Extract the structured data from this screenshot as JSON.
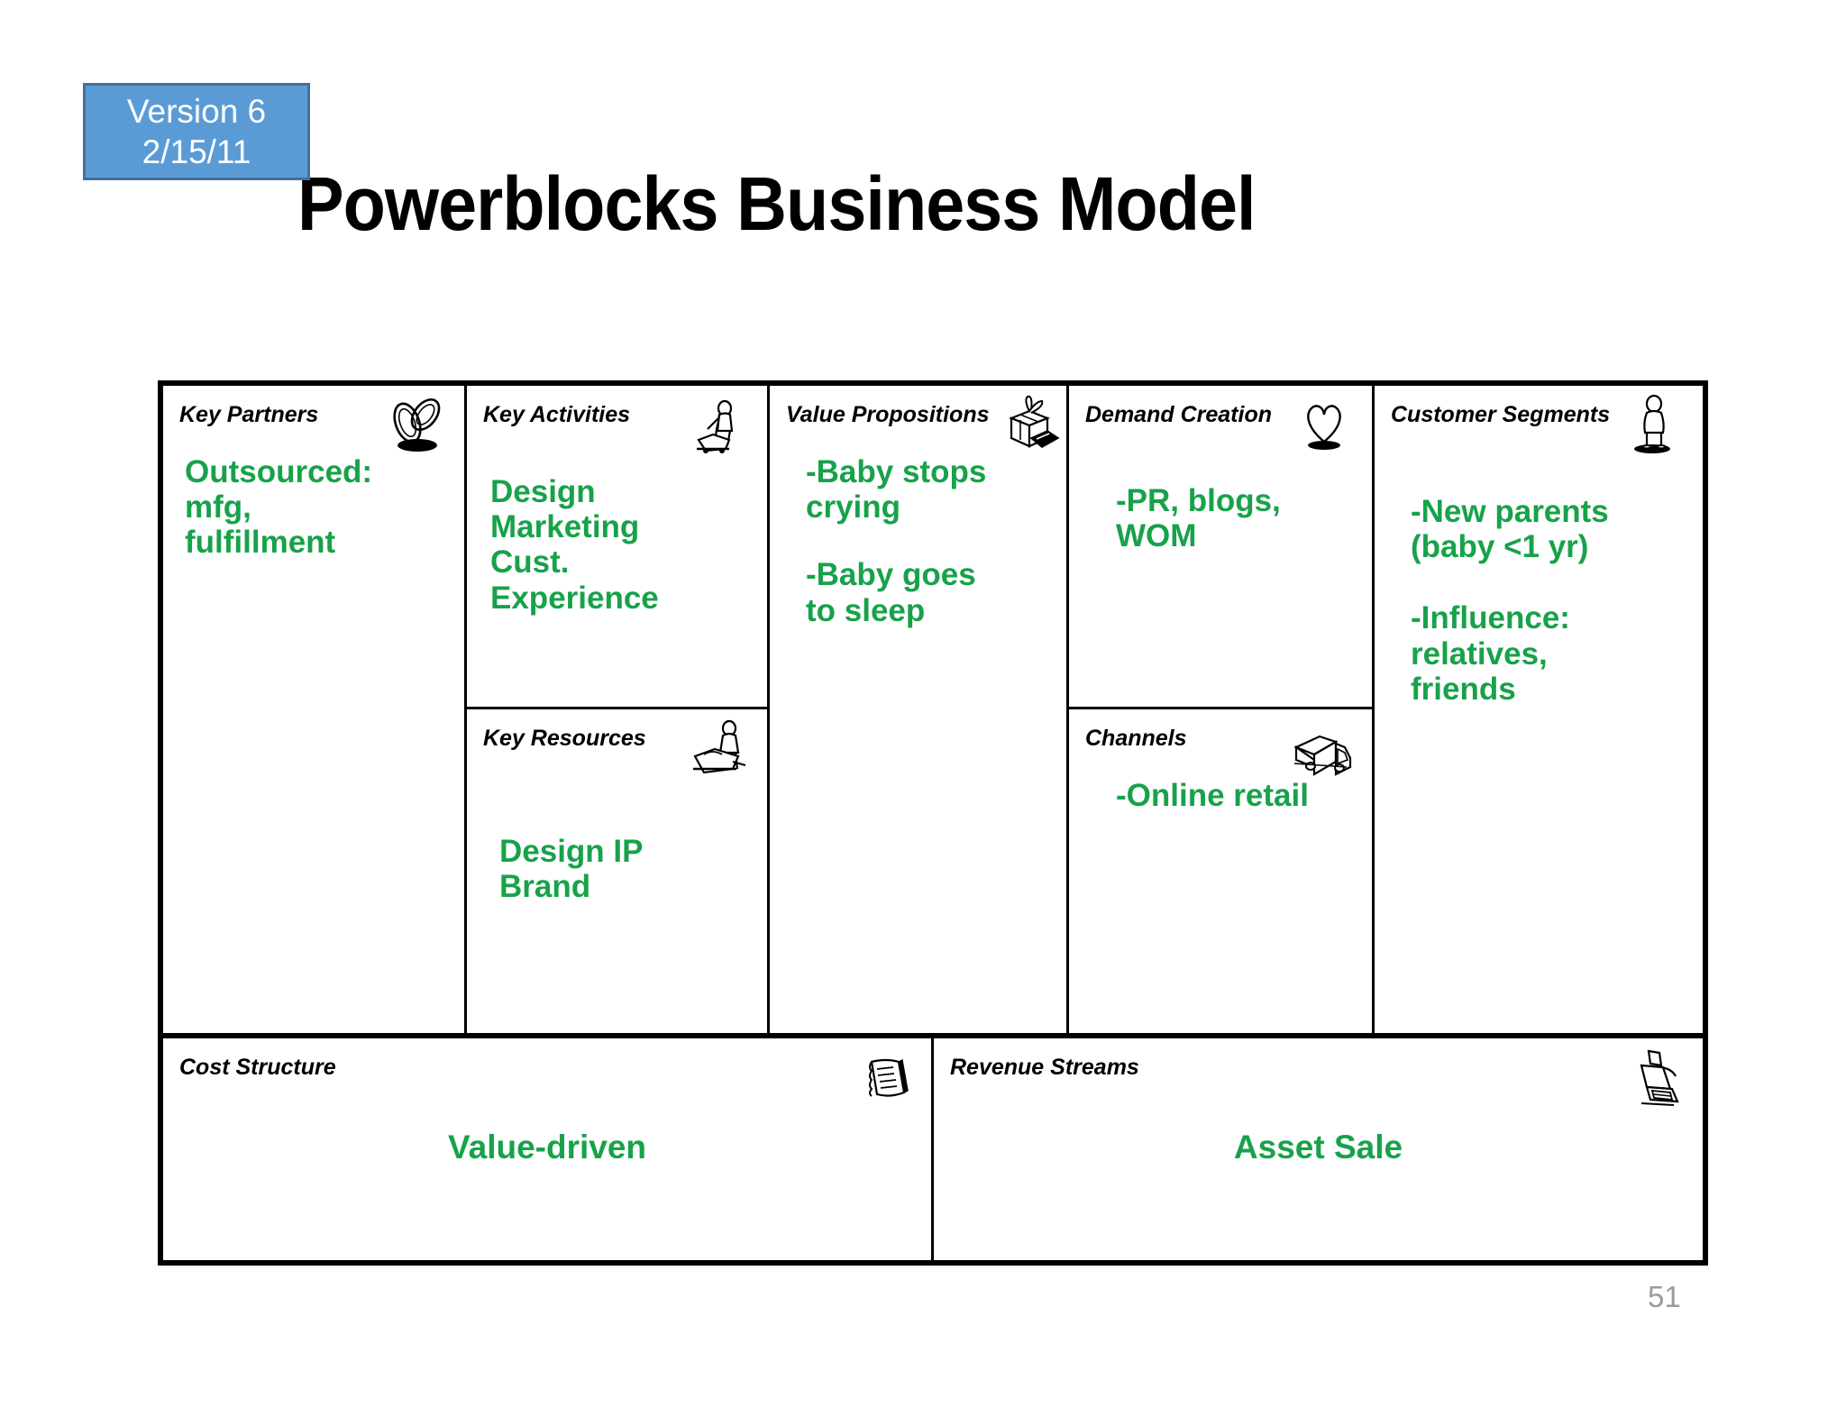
{
  "version_badge": {
    "line1": "Version 6",
    "line2": "2/15/11",
    "bg_color": "#5b9bd5",
    "border_color": "#41719c",
    "text_color": "#ffffff"
  },
  "title": "Powerblocks Business Model",
  "accent_green": "#17a24a",
  "page_number": "51",
  "canvas": {
    "blocks": {
      "key_partners": {
        "title": "Key Partners",
        "icon": "interlocking-rings-icon",
        "content": "Outsourced:\nmfg,\nfulfillment"
      },
      "key_activities": {
        "title": "Key Activities",
        "icon": "worker-pushing-icon",
        "content": "Design\nMarketing\nCust.\nExperience"
      },
      "key_resources": {
        "title": "Key Resources",
        "icon": "person-at-machine-icon",
        "content": "Design IP\nBrand"
      },
      "value_propositions": {
        "title": "Value Propositions",
        "icon": "gift-box-icon",
        "content_1": "-Baby stops\ncrying",
        "content_2": "-Baby goes\nto sleep"
      },
      "demand_creation": {
        "title": "Demand Creation",
        "icon": "heart-icon",
        "content": "-PR, blogs,\nWOM"
      },
      "channels": {
        "title": "Channels",
        "icon": "delivery-truck-icon",
        "content": "-Online retail"
      },
      "customer_segments": {
        "title": "Customer Segments",
        "icon": "standing-person-icon",
        "content_1": "-New parents\n(baby <1 yr)",
        "content_2": "-Influence:\nrelatives,\nfriends"
      },
      "cost_structure": {
        "title": "Cost Structure",
        "icon": "receipt-icon",
        "content": "Value-driven"
      },
      "revenue_streams": {
        "title": "Revenue Streams",
        "icon": "cash-register-icon",
        "content": "Asset Sale"
      }
    }
  }
}
